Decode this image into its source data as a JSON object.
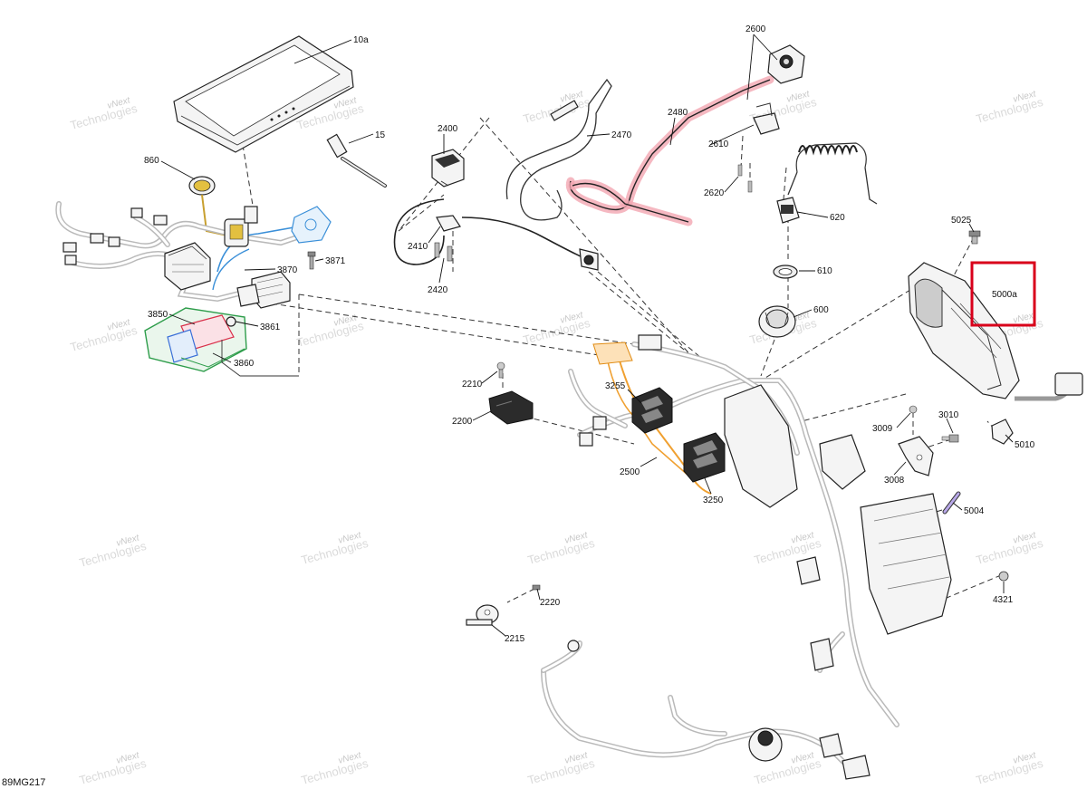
{
  "diagram": {
    "figure_code": "89MG217",
    "highlight_color": "#d9001b",
    "watermark": {
      "line1": "vNext",
      "line2": "Technologies",
      "combined": "vNext Technologies"
    },
    "callouts": {
      "c10a": "10a",
      "c15": "15",
      "c860": "860",
      "c3870": "3870",
      "c3871": "3871",
      "c3850": "3850",
      "c3861": "3861",
      "c3860": "3860",
      "c2400": "2400",
      "c2410": "2410",
      "c2420": "2420",
      "c2470": "2470",
      "c2480": "2480",
      "c2600": "2600",
      "c2610": "2610",
      "c2620": "2620",
      "c620": "620",
      "c610": "610",
      "c600": "600",
      "c5025": "5025",
      "c5000a": "5000a",
      "c5010": "5010",
      "c2210": "2210",
      "c2200": "2200",
      "c3255": "3255",
      "c2500": "2500",
      "c3250": "3250",
      "c3009": "3009",
      "c3010": "3010",
      "c3008": "3008",
      "c5004": "5004",
      "c4321": "4321",
      "c2220": "2220",
      "c2215": "2215"
    }
  }
}
